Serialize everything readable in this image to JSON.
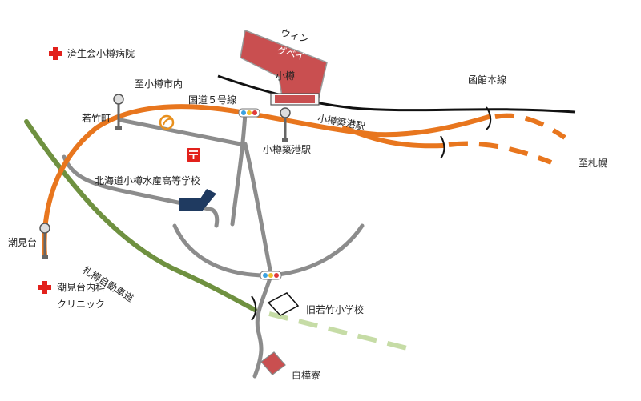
{
  "map": {
    "colors": {
      "road_orange": "#e8761e",
      "road_gray": "#8c8c8c",
      "rail": "#111111",
      "expressway": "#6f9140",
      "expressway_planned": "#c6dca6",
      "building_red": "#c94f50",
      "school_navy": "#1f3a60",
      "cross_red": "#e2211c"
    },
    "labels": {
      "saiseikai": "済生会小樽病院",
      "to_otaru_city": "至小樽市内",
      "route5": "国道５号線",
      "wakatake_cho": "若竹町",
      "wing_bay_1": "ウィン",
      "wing_bay_2": "グベイ",
      "wing_bay_3": "小樽",
      "hakodate_line": "函館本線",
      "otaru_chikko_rail": "小樽築港駅",
      "otaru_chikko_station": "小樽築港駅",
      "to_sapporo": "至札幌",
      "suisan_school": "北海道小樽水産高等学校",
      "shiomidai": "潮見台",
      "expressway": "札樽自動車道",
      "shiomidai_clinic_1": "潮見台内科",
      "shiomidai_clinic_2": "クリニック",
      "old_wakatake_school": "旧若竹小学校",
      "shirakaba": "白樺寮"
    },
    "icons": {
      "hospital": "red-cross-icon",
      "post_office": "post-office-icon",
      "bus_stop": "bus-stop-icon",
      "traffic_signal": "traffic-signal-icon",
      "fuel": "gas-station-icon",
      "school": "school-icon"
    }
  }
}
